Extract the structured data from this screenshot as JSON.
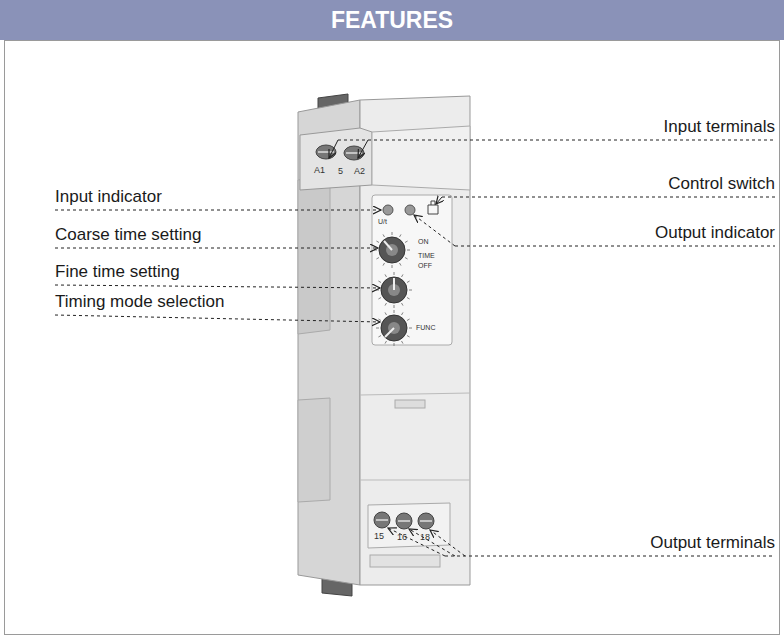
{
  "diagram": {
    "title": "FEATURES",
    "labels": [
      "Input terminals",
      "Control switch",
      "Output indicator",
      "Output terminals",
      "Input indicator",
      "Coarse time setting",
      "Fine time setting",
      "Timing mode selection",
      "A1",
      "5",
      "A2",
      "U/t",
      "TIME",
      "ON",
      "OFF",
      "FUNC",
      "15",
      "16",
      "18"
    ]
  }
}
